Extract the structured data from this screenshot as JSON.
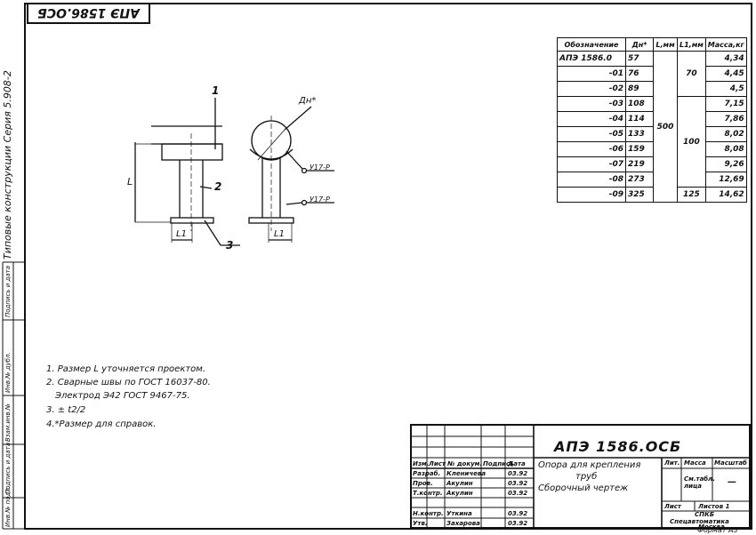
{
  "stamp": "АПЭ 1586.ОСБ",
  "side_series": "Типовые конструкции   Серия 5.908-2",
  "side_labels": [
    "Инв.№ подл.",
    "Подпись и дата",
    "Взам.инв.№",
    "Инв.№ дубл.",
    "Подпись и дата"
  ],
  "drawing": {
    "callouts": [
      "1",
      "2",
      "3"
    ],
    "dim_L": "L",
    "dim_L1_a": "L1",
    "dim_L1_b": "L1",
    "dn": "Дн*",
    "weld_label_1": "У17-Р",
    "weld_label_2": "У17-Р"
  },
  "table": {
    "headers": [
      "Обозначение",
      "Дн*",
      "L,мм",
      "L1,мм",
      "Масса,кг"
    ],
    "rows": [
      {
        "code": "АПЭ 1586.0",
        "dn": "57",
        "mass": "4,34"
      },
      {
        "code": "-01",
        "dn": "76",
        "mass": "4,45"
      },
      {
        "code": "-02",
        "dn": "89",
        "mass": "4,5"
      },
      {
        "code": "-03",
        "dn": "108",
        "mass": "7,15"
      },
      {
        "code": "-04",
        "dn": "114",
        "mass": "7,86"
      },
      {
        "code": "-05",
        "dn": "133",
        "mass": "8,02"
      },
      {
        "code": "-06",
        "dn": "159",
        "mass": "8,08"
      },
      {
        "code": "-07",
        "dn": "219",
        "mass": "9,26"
      },
      {
        "code": "-08",
        "dn": "273",
        "mass": "12,69"
      },
      {
        "code": "-09",
        "dn": "325",
        "mass": "14,62"
      }
    ],
    "L_value": "500",
    "L1_values": [
      "70",
      "100",
      "125"
    ]
  },
  "notes": [
    "1. Размер L уточняется проектом.",
    "2. Сварные швы по ГОСТ 16037-80.",
    "Электрод Э42 ГОСТ 9467-75.",
    "3. ± t2/2",
    "4.*Размер для справок."
  ],
  "title_block": {
    "code": "АПЭ 1586.ОСБ",
    "name_line1": "Опора для крепления",
    "name_line2": "труб",
    "name_line3": "Сборочный чертеж",
    "col_headers": [
      "Изм.",
      "Лист",
      "№ докум.",
      "Подпись",
      "Дата"
    ],
    "roles": [
      "Разраб.",
      "Пров.",
      "Т.контр.",
      "",
      "Н.контр.",
      "Утв."
    ],
    "names": [
      "Кленичева",
      "Акулин",
      "Акулин",
      "",
      "Уткина",
      "Захарова"
    ],
    "dates": [
      "03.92",
      "03.92",
      "03.92",
      "",
      "03.92",
      "03.92"
    ],
    "lit_label": "Лит.",
    "mass_label": "Масса",
    "scale_label": "Масштаб",
    "mass_value": "См.табл. лица",
    "scale_value": "—",
    "sheet_label": "Лист",
    "sheets_label": "Листов 1",
    "org_line1": "СПКБ",
    "org_line2": "Спецавтоматика",
    "org_line3": "Москва",
    "format": "Формат А3"
  }
}
